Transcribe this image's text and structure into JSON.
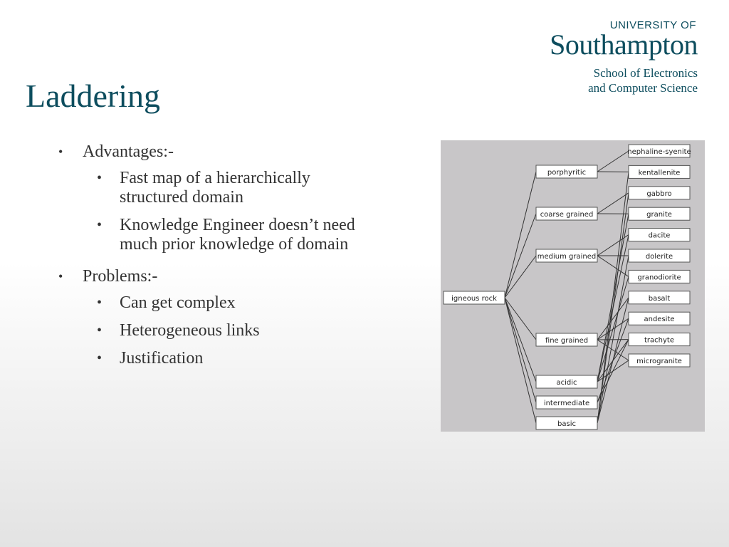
{
  "logo": {
    "university_of": "UNIVERSITY OF",
    "southampton": "Southampton",
    "school_line1": "School of Electronics",
    "school_line2": "and Computer Science"
  },
  "slide": {
    "title": "Laddering",
    "bullets": [
      {
        "text": "Advantages:-",
        "children": [
          "Fast map of a hierarchically structured domain",
          "Knowledge Engineer doesn’t need much prior knowledge of domain"
        ]
      },
      {
        "text": "Problems:-",
        "children": [
          "Can get complex",
          "Heterogeneous links",
          "Justification"
        ]
      }
    ]
  },
  "diagram": {
    "root": "igneous rock",
    "middle": [
      "porphyritic",
      "coarse grained",
      "medium grained",
      "fine grained",
      "acidic",
      "intermediate",
      "basic"
    ],
    "leaves": [
      "nephaline-syenite",
      "kentallenite",
      "gabbro",
      "granite",
      "dacite",
      "dolerite",
      "granodiorite",
      "basalt",
      "andesite",
      "trachyte",
      "microgranite"
    ],
    "links": [
      [
        "porphyritic",
        "nephaline-syenite"
      ],
      [
        "porphyritic",
        "kentallenite"
      ],
      [
        "coarse grained",
        "gabbro"
      ],
      [
        "coarse grained",
        "granite"
      ],
      [
        "medium grained",
        "dacite"
      ],
      [
        "medium grained",
        "dolerite"
      ],
      [
        "medium grained",
        "granodiorite"
      ],
      [
        "fine grained",
        "basalt"
      ],
      [
        "fine grained",
        "andesite"
      ],
      [
        "fine grained",
        "trachyte"
      ],
      [
        "fine grained",
        "microgranite"
      ],
      [
        "acidic",
        "granite"
      ],
      [
        "acidic",
        "dacite"
      ],
      [
        "acidic",
        "granodiorite"
      ],
      [
        "acidic",
        "microgranite"
      ],
      [
        "acidic",
        "trachyte"
      ],
      [
        "intermediate",
        "andesite"
      ],
      [
        "intermediate",
        "trachyte"
      ],
      [
        "basic",
        "gabbro"
      ],
      [
        "basic",
        "dolerite"
      ],
      [
        "basic",
        "basalt"
      ],
      [
        "basic",
        "kentallenite"
      ]
    ]
  }
}
